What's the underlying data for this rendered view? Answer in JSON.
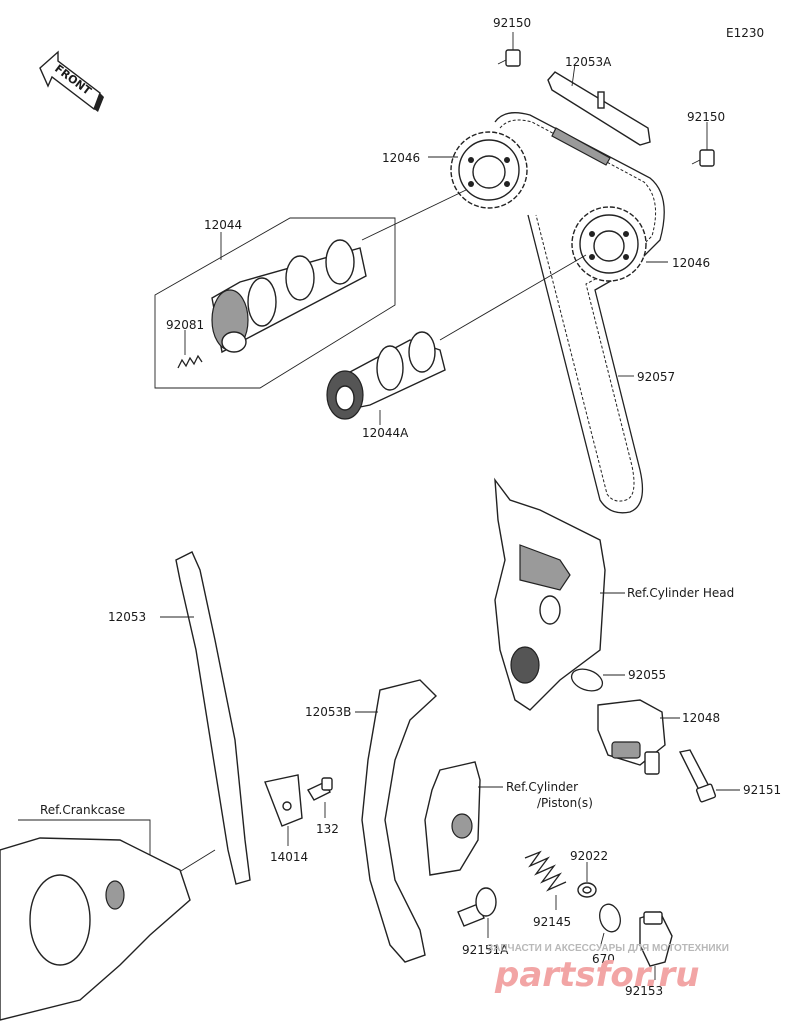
{
  "diagram_code": "E1230",
  "front_label": "FRONT",
  "labels": {
    "p92150_top": "92150",
    "p12053A": "12053A",
    "p92150_right": "92150",
    "p12046_left": "12046",
    "p12046_right": "12046",
    "p12044": "12044",
    "p92081": "92081",
    "p12044A": "12044A",
    "p92057": "92057",
    "ref_cyl_head": "Ref.Cylinder Head",
    "p12053": "12053",
    "p92055": "92055",
    "p12048": "12048",
    "p12053B": "12053B",
    "ref_cylinder_l1": "Ref.Cylinder",
    "ref_cylinder_l2": "/Piston(s)",
    "p92151": "92151",
    "ref_crankcase": "Ref.Crankcase",
    "p132": "132",
    "p14014": "14014",
    "p92022": "92022",
    "p92145": "92145",
    "p92151A": "92151A",
    "p670": "670",
    "p92153": "92153"
  },
  "watermark": {
    "subtitle": "ЗАПЧАСТИ И АКСЕССУАРЫ ДЛЯ МОТОТЕХНИКИ",
    "brand": "partsfor.ru"
  }
}
